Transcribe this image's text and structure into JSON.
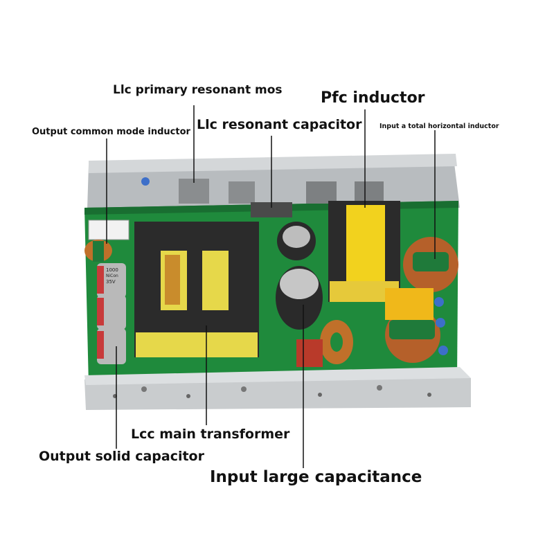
{
  "labels": {
    "llc_primary_resonant_mos": "Llc primary resonant mos",
    "pfc_inductor": "Pfc inductor",
    "llc_resonant_capacitor": "Llc resonant capacitor",
    "output_common_mode_inductor": "Output common mode inductor",
    "input_total_horizontal_inductor": "Input a total horizontal inductor",
    "lcc_main_transformer": "Lcc main transformer",
    "output_solid_capacitor": "Output solid capacitor",
    "input_large_capacitance": "Input large capacitance"
  },
  "component_markings": {
    "solid_cap_value": "1000",
    "solid_cap_brand": "NiCon",
    "solid_cap_voltage": "35V"
  },
  "colors": {
    "pcb": "#1f8a3c",
    "heatsink": "#c9ccce",
    "transformer_core": "#2b2b2b",
    "bobbin": "#e6d84a",
    "copper": "#c0702a",
    "leader_line": "#111111"
  }
}
